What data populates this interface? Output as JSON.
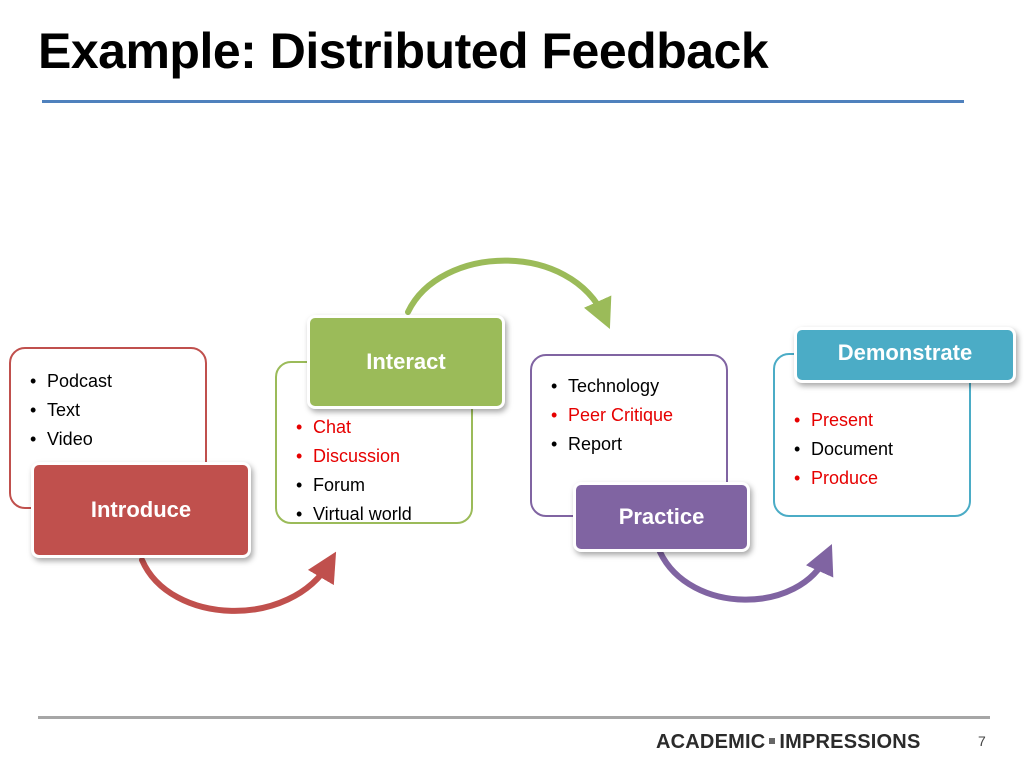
{
  "title": "Example: Distributed Feedback",
  "stages": [
    {
      "label": "Introduce",
      "color": "#c0504d",
      "highlight_color": "#e60000",
      "items": [
        {
          "text": "Podcast",
          "highlighted": false
        },
        {
          "text": "Text",
          "highlighted": false
        },
        {
          "text": "Video",
          "highlighted": false
        }
      ]
    },
    {
      "label": "Interact",
      "color": "#9bbb59",
      "highlight_color": "#e60000",
      "items": [
        {
          "text": "Chat",
          "highlighted": true
        },
        {
          "text": "Discussion",
          "highlighted": true
        },
        {
          "text": "Forum",
          "highlighted": false
        },
        {
          "text": "Virtual world",
          "highlighted": false
        }
      ]
    },
    {
      "label": "Practice",
      "color": "#8064a2",
      "highlight_color": "#e60000",
      "items": [
        {
          "text": "Technology",
          "highlighted": false
        },
        {
          "text": "Peer Critique",
          "highlighted": true
        },
        {
          "text": "Report",
          "highlighted": false
        }
      ]
    },
    {
      "label": "Demonstrate",
      "color": "#4bacc6",
      "highlight_color": "#e60000",
      "items": [
        {
          "text": "Present",
          "highlighted": true
        },
        {
          "text": "Document",
          "highlighted": false
        },
        {
          "text": "Produce",
          "highlighted": true
        }
      ]
    }
  ],
  "footer": {
    "logo_left": "ACADEMIC",
    "logo_right": "IMPRESSIONS",
    "page_number": "7"
  }
}
